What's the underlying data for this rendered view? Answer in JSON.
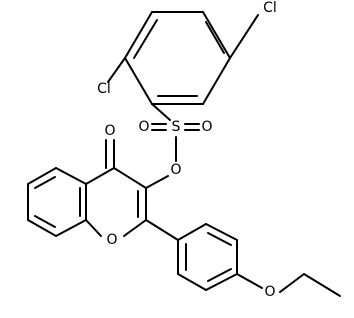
{
  "molecule": {
    "atoms": {
      "cl_top": "Cl",
      "cl_left": "Cl",
      "o_sulfonyl_left": "O",
      "s_sulfur": "S",
      "o_sulfonyl_right": "O",
      "o_ester": "O",
      "o_carbonyl": "O",
      "o_ring": "O",
      "o_ether": "O"
    }
  }
}
